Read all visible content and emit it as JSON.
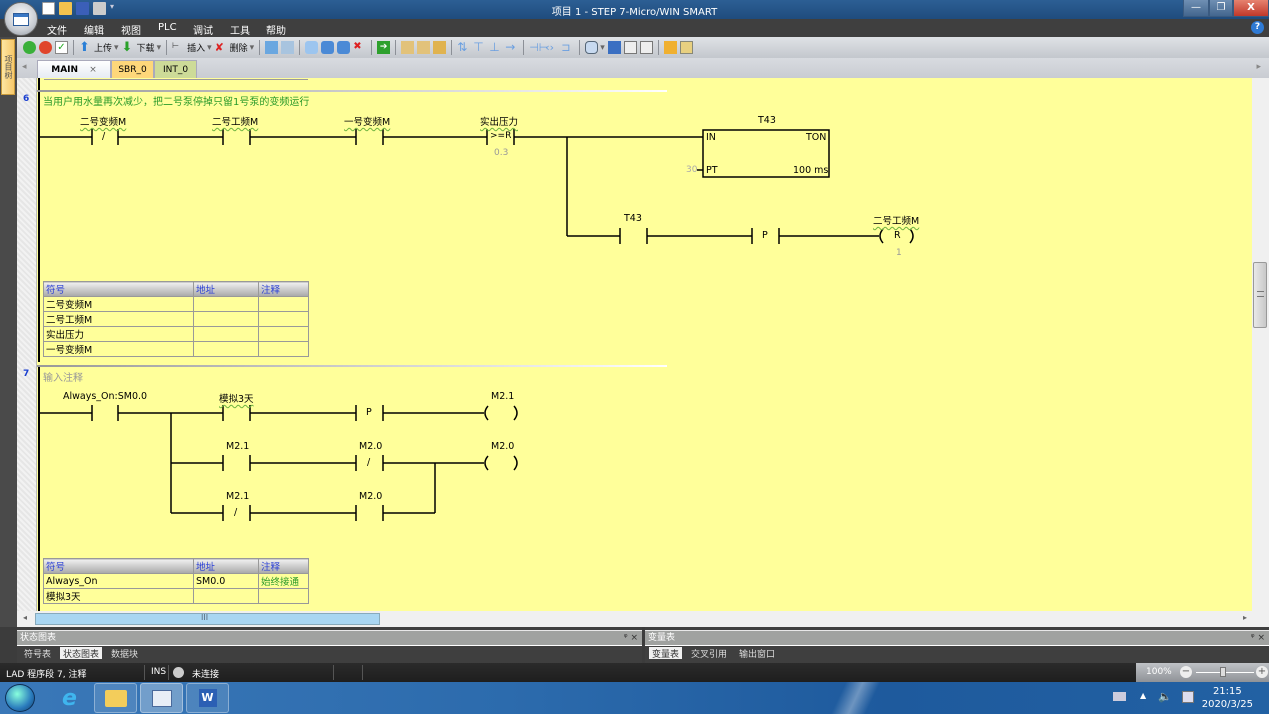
{
  "window": {
    "title": "项目 1 - STEP 7-Micro/WIN SMART",
    "controls": {
      "minimize": "—",
      "restore": "❐",
      "close": "X"
    }
  },
  "menu": [
    "文件",
    "编辑",
    "视图",
    "PLC",
    "调试",
    "工具",
    "帮助"
  ],
  "toolbar": {
    "upload": "上传",
    "download": "下载",
    "insert": "插入",
    "delete": "删除"
  },
  "left_panel_tab": "项目树",
  "tabs": [
    {
      "label": "MAIN",
      "close": "×",
      "active": true
    },
    {
      "label": "SBR_0"
    },
    {
      "label": "INT_0"
    }
  ],
  "networks": [
    {
      "number": "6",
      "comment": "当用户用水量再次减少，把二号泵停掉只留1号泵的变频运行",
      "contacts": [
        {
          "label": "二号变频M",
          "type": "NC",
          "glyph": "/"
        },
        {
          "label": "二号工频M",
          "type": "NO"
        },
        {
          "label": "一号变频M",
          "type": "NO"
        },
        {
          "label": "实出压力",
          "type": "compare",
          "glyph": ">=R",
          "operand": "0.3"
        }
      ],
      "timer": {
        "name": "T43",
        "in": "IN",
        "type": "TON",
        "pt_label": "PT",
        "pt_value": "30",
        "base": "100 ms"
      },
      "branch": {
        "contact": {
          "label": "T43",
          "type": "NO"
        },
        "edge": "P",
        "coil": {
          "label": "二号工频M",
          "type": "R",
          "count": "1"
        }
      },
      "symbol_table": {
        "headers": [
          "符号",
          "地址",
          "注释"
        ],
        "rows": [
          [
            "二号变频M",
            "",
            ""
          ],
          [
            "二号工频M",
            "",
            ""
          ],
          [
            "实出压力",
            "",
            ""
          ],
          [
            "一号变频M",
            "",
            ""
          ]
        ]
      }
    },
    {
      "number": "7",
      "comment": "输入注释",
      "main_contact": "Always_On:SM0.0",
      "rung1": {
        "contact": "模拟3天",
        "edge": "P",
        "coil": "M2.1"
      },
      "rung2": {
        "contact1": "M2.1",
        "contact2": "M2.0",
        "contact2_glyph": "/",
        "coil": "M2.0"
      },
      "rung3": {
        "contact1": "M2.1",
        "contact1_glyph": "/",
        "contact2": "M2.0"
      },
      "symbol_table": {
        "headers": [
          "符号",
          "地址",
          "注释"
        ],
        "rows": [
          [
            "Always_On",
            "SM0.0",
            "始终接通"
          ],
          [
            "模拟3天",
            "",
            ""
          ]
        ]
      }
    }
  ],
  "hscroll_label": "III",
  "panels": {
    "left": {
      "title": "状态图表",
      "controls": "ᵠ ×",
      "tabs": [
        "符号表",
        "状态图表",
        "数据块"
      ],
      "active": 1
    },
    "right": {
      "title": "变量表",
      "controls": "ᵠ ×",
      "tabs": [
        "变量表",
        "交叉引用",
        "输出窗口"
      ],
      "active": 0
    }
  },
  "status": {
    "mode": "LAD 程序段 7, 注释",
    "ins": "INS",
    "connection": "未连接",
    "zoom": "100%"
  },
  "taskbar": {
    "time": "21:15",
    "date": "2020/3/25"
  },
  "colors": {
    "editor_bg": "#ffff9a",
    "comment_green": "#2a9a2a",
    "network_blue": "#1a3fd1",
    "header_blue": "#2a3fd6"
  }
}
